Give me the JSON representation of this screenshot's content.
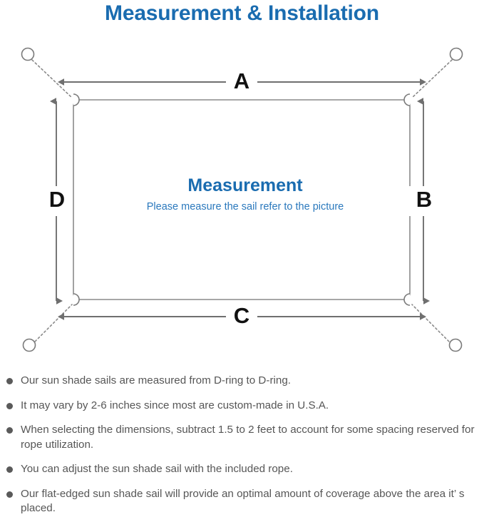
{
  "page": {
    "title": "Measurement & Installation",
    "title_color": "#1a6cb0",
    "background": "#ffffff"
  },
  "diagram": {
    "name": "sun-shade-sail-measurement-diagram",
    "center": {
      "heading": "Measurement",
      "subheading": "Please measure the sail refer to the picture",
      "heading_color": "#1a6cb0",
      "subheading_color": "#2b79bd"
    },
    "dimension_labels": {
      "top": "A",
      "right": "B",
      "bottom": "C",
      "left": "D"
    },
    "colors": {
      "line": "#6f6f6f",
      "sail_edge": "#8a8a8a",
      "rope": "#8a8a8a",
      "label": "#111111"
    },
    "corners": [
      {
        "name": "top-left",
        "d_ring": true,
        "anchor_ring": true
      },
      {
        "name": "top-right",
        "d_ring": true,
        "anchor_ring": true
      },
      {
        "name": "bottom-left",
        "d_ring": true,
        "anchor_ring": true
      },
      {
        "name": "bottom-right",
        "d_ring": true,
        "anchor_ring": true
      }
    ]
  },
  "notes": {
    "bullet_color": "#5a5a5a",
    "text_color": "#565656",
    "items": [
      "Our sun shade sails are measured from D-ring to D-ring.",
      "It may vary by 2-6 inches since most are custom-made in U.S.A.",
      "When selecting the dimensions, subtract 1.5 to 2 feet to account for some spacing reserved for rope utilization.",
      "You can adjust the sun shade sail with the included rope.",
      "Our flat-edged sun shade sail will provide an optimal amount of coverage above the area it’ s placed."
    ]
  }
}
